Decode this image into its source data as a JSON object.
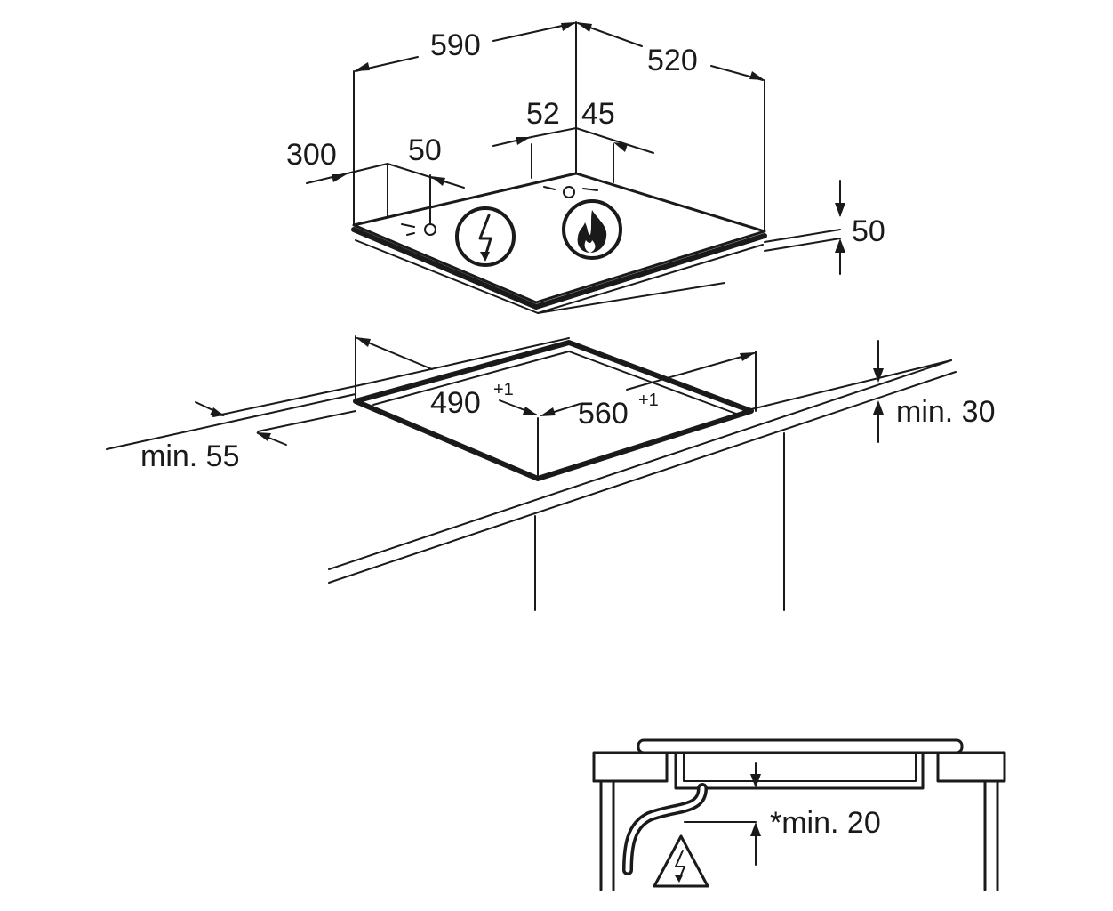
{
  "dimensions": {
    "hob_width": "590",
    "hob_depth": "520",
    "control_offset_left": "300",
    "control_offset_small": "50",
    "burner_gap_left": "52",
    "burner_gap_right": "45",
    "hob_height": "50",
    "cutout_depth": "490",
    "cutout_depth_tol": "+1",
    "cutout_width": "560",
    "cutout_width_tol": "+1",
    "min_front": "min. 55",
    "min_rear": "min. 30",
    "min_clearance": "*min. 20"
  },
  "icons": {
    "electric_zone": "lightning-bolt-icon",
    "gas_zone": "flame-icon",
    "warning": "electrical-warning-triangle-icon"
  },
  "colors": {
    "line": "#1a1a1a",
    "background": "#ffffff"
  }
}
